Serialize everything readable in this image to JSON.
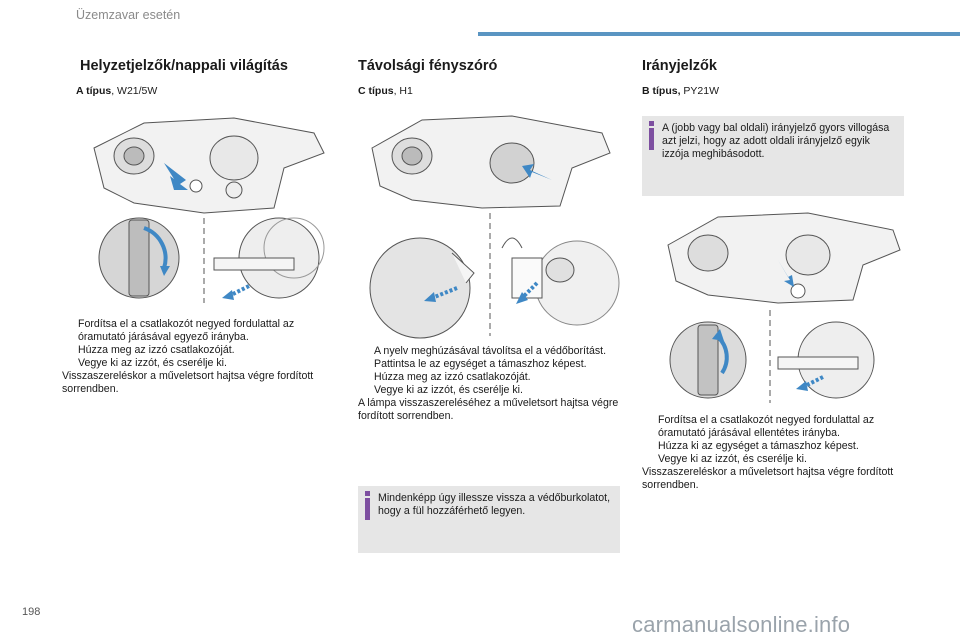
{
  "header": {
    "title": "Üzemzavar esetén",
    "accent_color": "#5a95c2"
  },
  "col1": {
    "title": "Helyzetjelzők/nappali világítás",
    "type_label": "A típus",
    "type_value": ", W21/5W",
    "steps": [
      "Fordítsa el a csatlakozót negyed fordulattal az óramutató járásával egyező irányba.",
      "Húzza meg az izzó csatlakozóját.",
      "Vegye ki az izzót, és cserélje ki."
    ],
    "footer": "Visszaszereléskor a műveletsort hajtsa végre fordított sorrendben."
  },
  "col2": {
    "title": "Távolsági fényszóró",
    "type_label": "C típus",
    "type_value": ", H1",
    "steps": [
      "A nyelv meghúzásával távolítsa el a védőborítást.",
      "Pattintsa le az egységet a támaszhoz képest.",
      "Húzza meg az izzó csatlakozóját.",
      "Vegye ki az izzót, és cserélje ki."
    ],
    "footer": "A lámpa visszaszereléséhez a műveletsort hajtsa végre fordított sorrendben.",
    "note": "Mindenképp úgy illessze vissza a védőburkolatot, hogy a fül hozzáférhető legyen."
  },
  "col3": {
    "title": "Irányjelzők",
    "type_label": "B típus,",
    "type_value": " PY21W",
    "note": "A (jobb vagy bal oldali) irányjelző gyors villogása azt jelzi, hogy az adott oldali irányjelző egyik izzója meghibásodott.",
    "steps": [
      "Fordítsa el a csatlakozót negyed fordulattal az óramutató járásával ellentétes irányba.",
      "Húzza ki az egységet a támaszhoz képest.",
      "Vegye ki az izzót, és cserélje ki."
    ],
    "footer": "Visszaszereléskor a műveletsort hajtsa végre fordított sorrendben."
  },
  "bullet_glyph": "",
  "page_number": "198",
  "watermark": "carmanualsonline.info",
  "colors": {
    "note_bg": "#e6e6e6",
    "note_icon": "#7d4fa0",
    "arrow": "#3f88c5"
  }
}
